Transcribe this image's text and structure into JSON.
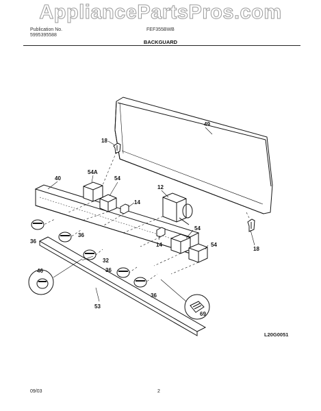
{
  "watermark": "AppliancePartsPros.com",
  "header": {
    "left_line1": "Publication No.",
    "left_line2": "5995395588",
    "model": "FEF355BWB",
    "section": "BACKGUARD"
  },
  "footer": {
    "date": "09/03",
    "page": "2",
    "figure_code": "L20G0051"
  },
  "parts": {
    "p12": "12",
    "p14a": "14",
    "p14b": "14",
    "p18a": "18",
    "p18b": "18",
    "p32": "32",
    "p36a": "36",
    "p36b": "36",
    "p36c": "36",
    "p36d": "36",
    "p40": "40",
    "p46": "46",
    "p49": "49",
    "p53": "53",
    "p54a": "54A",
    "p54b": "54",
    "p54c": "54",
    "p54d": "54",
    "p69": "69"
  }
}
